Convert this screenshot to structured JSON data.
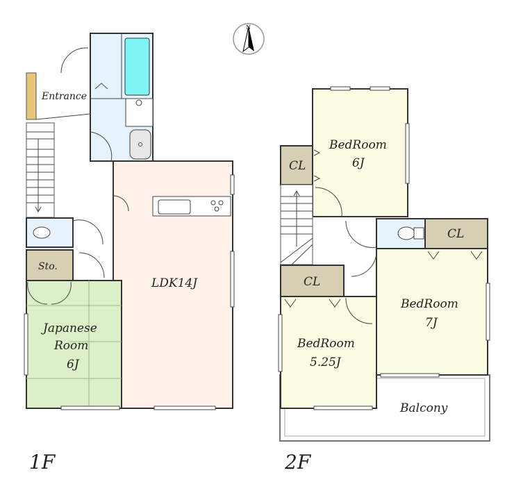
{
  "floors": [
    {
      "label": "1F",
      "rooms": {
        "entrance": "Entrance",
        "storage": "Sto.",
        "japanese_line1": "Japanese",
        "japanese_line2": "Room",
        "japanese_size": "6J",
        "ldk": "LDK14J"
      }
    },
    {
      "label": "2F",
      "rooms": {
        "bed1": "BedRoom",
        "bed1_size": "6J",
        "bed2": "BedRoom",
        "bed2_size": "7J",
        "bed3": "BedRoom",
        "bed3_size": "5.25J",
        "closet": "CL",
        "balcony": "Balcony"
      }
    }
  ],
  "compass": {
    "north": "N"
  },
  "colors": {
    "wet": "#e6f3fc",
    "bathtub": "#80f4f4",
    "closet": "#d6cfb4",
    "tatami": "#dcefc8",
    "ldk": "#fdf1ea",
    "bedroom": "#fcfbe4",
    "entrance": "#e6c67a"
  }
}
